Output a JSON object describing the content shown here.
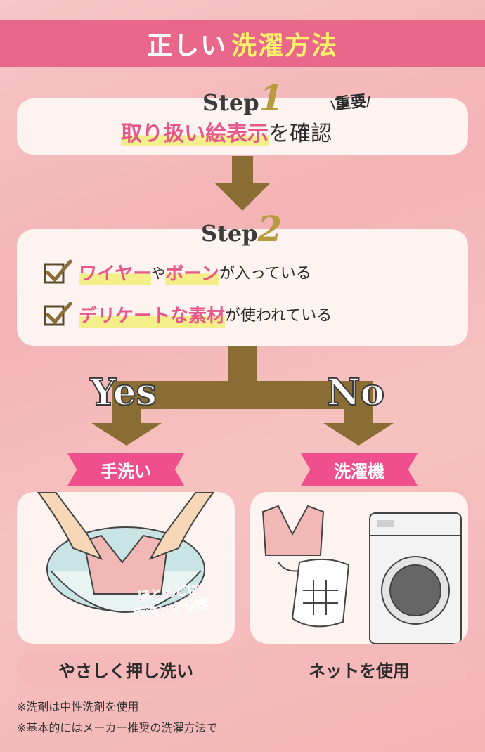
{
  "title": {
    "part1": "正しい",
    "part2": "洗濯方法"
  },
  "step1": {
    "label": "Step",
    "number": "1",
    "text_highlight": "取り扱い絵表示",
    "text_rest": "を確認",
    "badge": "重要"
  },
  "step2": {
    "label": "Step",
    "number": "2",
    "items": [
      {
        "h1": "ワイヤー",
        "mid": "や",
        "h2": "ボーン",
        "rest": "が入っている"
      },
      {
        "h1": "デリケートな素材",
        "mid": "",
        "h2": "",
        "rest": "が使われている"
      }
    ]
  },
  "branches": {
    "yes": "Yes",
    "no": "No"
  },
  "left": {
    "ribbon": "手洗い",
    "badge_line1": "ほとんどは",
    "badge_line2": "手洗いを推奨",
    "caption": "やさしく押し洗い"
  },
  "right": {
    "ribbon": "洗濯機",
    "caption": "ネットを使用"
  },
  "notes": [
    "※洗剤は中性洗剤を使用",
    "※基本的にはメーカー推奨の洗濯方法で"
  ],
  "colors": {
    "title_bg": "#e8678a",
    "arrow": "#8a6d34",
    "accent_pink": "#e8578a",
    "gold": "#b89a3f"
  }
}
